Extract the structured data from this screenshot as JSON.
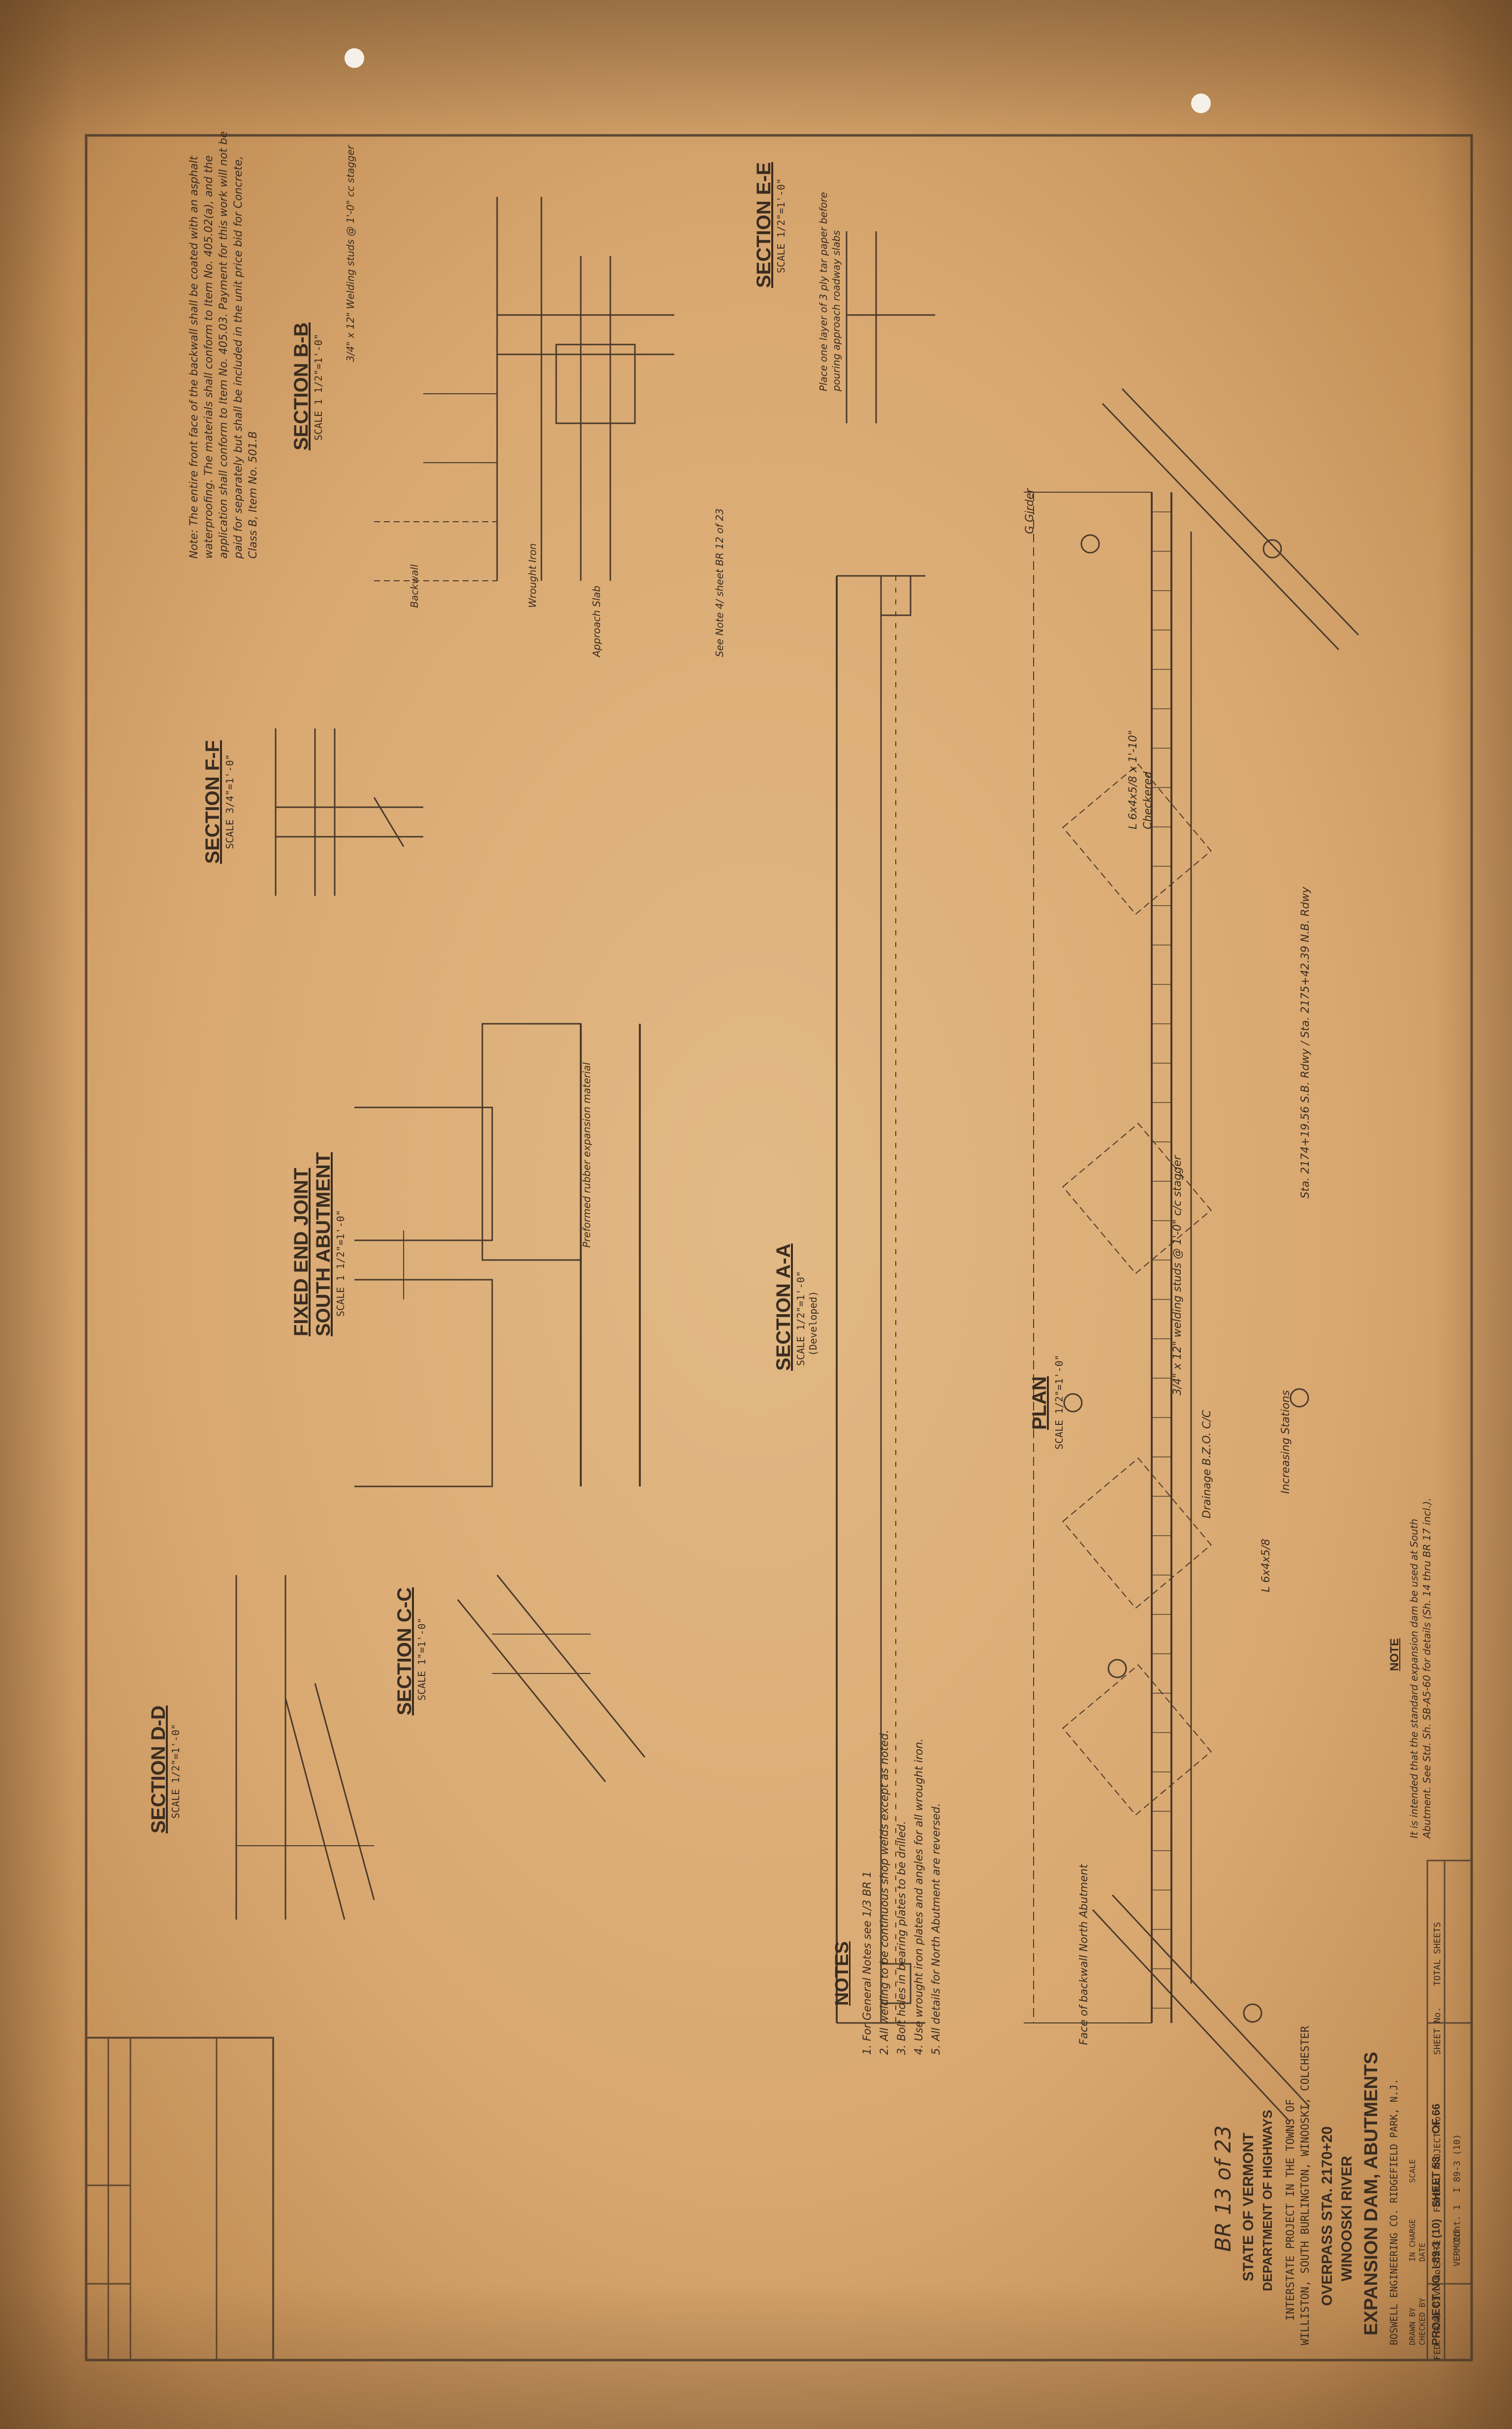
{
  "sheet_header": {
    "fed_road_div": "FED. ROAD DIV. No.",
    "state": "STATE",
    "federal_project": "FEDERAL PROJECT No.",
    "sheet_no": "SHEET No.",
    "total_sheets": "TOTAL SHEETS",
    "state_value": "VERMONT",
    "project_value": "I 89-3 (10)"
  },
  "title_block": {
    "sheet_mark": "BR 13 of 23",
    "state": "STATE OF VERMONT",
    "department": "DEPARTMENT OF HIGHWAYS",
    "project_line1": "INTERSTATE PROJECT IN THE TOWNS OF",
    "project_line2": "WILLISTON, SOUTH BURLINGTON, WINOOSKI, COLCHESTER",
    "overpass": "OVERPASS STA. 2170+20",
    "river": "WINOOSKI RIVER",
    "title": "EXPANSION DAM, ABUTMENTS",
    "engineer": "BOSWELL ENGINEERING CO.   RIDGEFIELD PARK, N.J.",
    "drawn_by": "DRAWN BY",
    "checked_by": "CHECKED BY",
    "in_charge": "IN CHARGE",
    "date": "DATE",
    "scale": "SCALE",
    "project_no": "PROJECT NO. I 89-3 (10)",
    "sheet": "SHEET 53",
    "of": "OF 66",
    "cont": "Cont. 1"
  },
  "notes": {
    "heading": "NOTES",
    "items": [
      "1. For General Notes see 1/3 BR 1",
      "2. All welding to be continuous shop welds except as noted.",
      "3. Bolt holes in bearing plates to be drilled.",
      "4. Use wrought iron plates and angles for all wrought iron.",
      "5. All details for North Abutment are reversed."
    ]
  },
  "top_note": {
    "heading": "NOTE",
    "text": "It is intended that the standard expansion dam be used at South Abutment. See Std. Sh. SB-A5-60 for details (Sh. 14 thru BR 17 incl.)."
  },
  "views": {
    "plan": {
      "title": "PLAN",
      "scale": "SCALE 1/2\"=1'-0\""
    },
    "section_aa": {
      "title": "SECTION A-A",
      "scale": "SCALE 1/2\"=1'-0\"",
      "note": "(Developed)"
    },
    "section_bb": {
      "title": "SECTION B-B",
      "scale": "SCALE 1 1/2\"=1'-0\""
    },
    "section_cc": {
      "title": "SECTION C-C",
      "scale": "SCALE 1\"=1'-0\""
    },
    "section_dd": {
      "title": "SECTION D-D",
      "scale": "SCALE 1/2\"=1'-0\""
    },
    "section_ee": {
      "title": "SECTION E-E",
      "scale": "SCALE 1/2\"=1'-0\""
    },
    "section_ff": {
      "title": "SECTION F-F",
      "scale": "SCALE 3/4\"=1'-0\""
    },
    "fixed_joint": {
      "title1": "FIXED END JOINT",
      "title2": "SOUTH ABUTMENT",
      "scale": "SCALE 1 1/2\"=1'-0\""
    }
  },
  "plan_labels": {
    "girder": "G Girder",
    "angles_1": "L 6x4x5/8",
    "angles_2": "L 6x4x5/8 x 1'-10\"",
    "checkered": "Checkered",
    "welding_studs": "3/4\" x 12\" welding studs @ 1'-0\" c/c stagger",
    "expansion_notes": "Sta. 2174+19.56 S.B. Rdwy / Sta. 2175+42.39 N.B. Rdwy",
    "drainage": "Drainage B.Z.O. C/C",
    "face_backwall": "Face of backwall North Abutment",
    "stations": "Increasing Stations"
  },
  "section_labels": {
    "welding_studs_bb": "3/4\" x 12\" Welding studs @ 1'-0\" cc stagger",
    "note_bb": "Note: The entire front face of the backwall shall be coated with an asphalt waterproofing. The materials shall conform to Item No. 405.02(a), and the application shall conform to Item No. 405.03. Payment for this work will not be paid for separately but shall be included in the unit price bid for Concrete, Class B, Item No. 501.B",
    "place_one_layer": "Place one layer of 3 ply tar paper before pouring approach roadway slabs",
    "wrought_iron": "Wrought Iron",
    "approach_slab": "Approach Slab",
    "backwall": "Backwall",
    "see_note": "See Note 4/ sheet BR 12 of 23",
    "preformed": "Preformed rubber expansion material"
  }
}
